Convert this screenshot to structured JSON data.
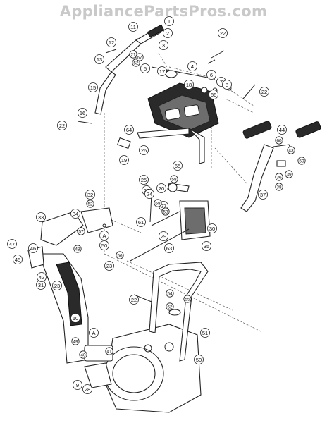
{
  "watermark": "AppliancePartsPros.com",
  "callouts": [
    {
      "id": "c1",
      "label": "1"
    },
    {
      "id": "c2",
      "label": "2"
    },
    {
      "id": "c3",
      "label": "3"
    },
    {
      "id": "c4",
      "label": "4"
    },
    {
      "id": "c5",
      "label": "5"
    },
    {
      "id": "c6",
      "label": "6"
    },
    {
      "id": "c7",
      "label": "7"
    },
    {
      "id": "c8",
      "label": "8"
    },
    {
      "id": "c9",
      "label": "9"
    },
    {
      "id": "c10",
      "label": "10"
    },
    {
      "id": "c11",
      "label": "11"
    },
    {
      "id": "c12",
      "label": "12"
    },
    {
      "id": "c13",
      "label": "13"
    },
    {
      "id": "c15",
      "label": "15"
    },
    {
      "id": "c16",
      "label": "16"
    },
    {
      "id": "c17",
      "label": "17"
    },
    {
      "id": "c18",
      "label": "18"
    },
    {
      "id": "c19",
      "label": "19"
    },
    {
      "id": "c20",
      "label": "20"
    },
    {
      "id": "c21",
      "label": "21"
    },
    {
      "id": "c22a",
      "label": "22"
    },
    {
      "id": "c22b",
      "label": "22"
    },
    {
      "id": "c22c",
      "label": "22"
    },
    {
      "id": "c22d",
      "label": "22"
    },
    {
      "id": "c23a",
      "label": "23"
    },
    {
      "id": "c23b",
      "label": "23"
    },
    {
      "id": "c23c",
      "label": "23"
    },
    {
      "id": "c24",
      "label": "24"
    },
    {
      "id": "c25",
      "label": "25"
    },
    {
      "id": "c26",
      "label": "26"
    },
    {
      "id": "c27",
      "label": "27"
    },
    {
      "id": "c28",
      "label": "28"
    },
    {
      "id": "c29",
      "label": "29"
    },
    {
      "id": "c30",
      "label": "30"
    },
    {
      "id": "c31",
      "label": "31"
    },
    {
      "id": "c32",
      "label": "32"
    },
    {
      "id": "c33",
      "label": "33"
    },
    {
      "id": "c34",
      "label": "34"
    },
    {
      "id": "c35",
      "label": "35"
    },
    {
      "id": "c36",
      "label": "36"
    },
    {
      "id": "c37",
      "label": "37"
    },
    {
      "id": "c38",
      "label": "38"
    },
    {
      "id": "c39",
      "label": "39"
    },
    {
      "id": "c40",
      "label": "40"
    },
    {
      "id": "c41",
      "label": "41"
    },
    {
      "id": "c42",
      "label": "42"
    },
    {
      "id": "c43",
      "label": "43"
    },
    {
      "id": "c44",
      "label": "44"
    },
    {
      "id": "c45",
      "label": "45"
    },
    {
      "id": "c46",
      "label": "46"
    },
    {
      "id": "c47",
      "label": "47"
    },
    {
      "id": "c48",
      "label": "48"
    },
    {
      "id": "c49",
      "label": "49"
    },
    {
      "id": "c50a",
      "label": "50"
    },
    {
      "id": "c50b",
      "label": "50"
    },
    {
      "id": "c51",
      "label": "51"
    },
    {
      "id": "c52a",
      "label": "52"
    },
    {
      "id": "c52b",
      "label": "52"
    },
    {
      "id": "c53",
      "label": "53"
    },
    {
      "id": "c54",
      "label": "54"
    },
    {
      "id": "c55",
      "label": "55"
    },
    {
      "id": "c56",
      "label": "56"
    },
    {
      "id": "c57",
      "label": "57"
    },
    {
      "id": "c58",
      "label": "58"
    },
    {
      "id": "c59",
      "label": "59"
    },
    {
      "id": "c60",
      "label": "60"
    },
    {
      "id": "c61",
      "label": "61"
    },
    {
      "id": "c62",
      "label": "62"
    },
    {
      "id": "c63",
      "label": "63"
    },
    {
      "id": "c64",
      "label": "64"
    },
    {
      "id": "c65",
      "label": "65"
    },
    {
      "id": "c66",
      "label": "66"
    },
    {
      "id": "c67",
      "label": "67"
    },
    {
      "id": "c68",
      "label": "68"
    },
    {
      "id": "cA1",
      "label": "A"
    },
    {
      "id": "cA2",
      "label": "A"
    }
  ]
}
